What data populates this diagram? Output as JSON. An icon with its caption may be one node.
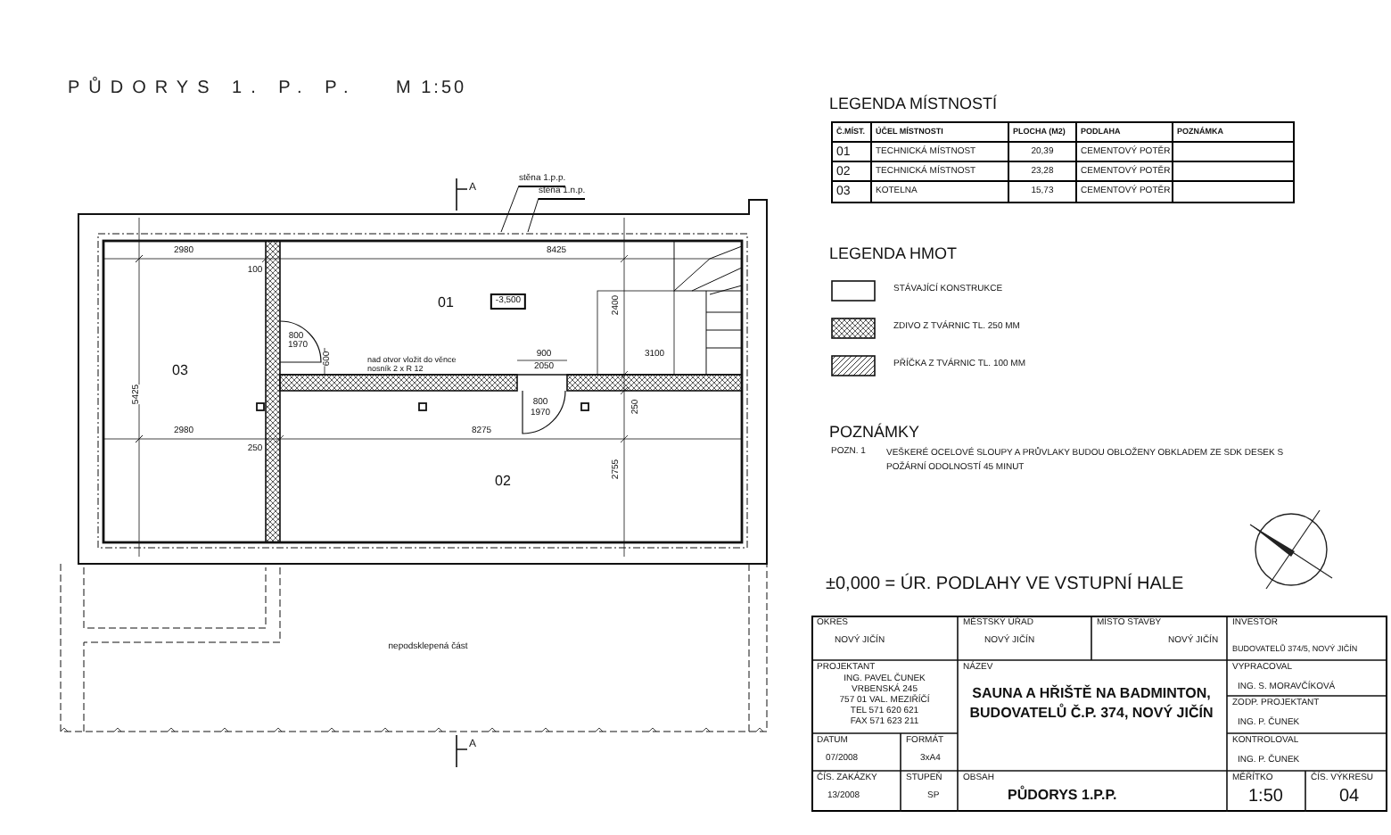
{
  "diagram": {
    "title": "PŮDORYS 1. P. P.",
    "nodes": [
      {
        "text": [
          "stěna 1.p.p."
        ]
      },
      {
        "text": [
          "stěna 1.n.p."
        ]
      }
    ],
    "edges": [
      {
        "from": 0,
        "to": null,
        "arrow": "none"
      },
      {
        "from": 1,
        "to": null,
        "arrow": "none"
      }
    ],
    "labels": [
      "M 1:50",
      "A",
      "2980",
      "8425",
      "100",
      "800",
      "1970",
      "600",
      "01",
      "-3,500",
      "nad otvor vložit do věnce nosník 2 x R 12",
      "900",
      "2050",
      "2400",
      "3100",
      "03",
      "5425",
      "2980",
      "8275",
      "250",
      "250",
      "02",
      "2755",
      "800",
      "1970",
      "nepodsklepená část",
      "A",
      "LEGENDA MÍSTNOSTÍ",
      "Č.MÍST.",
      "ÚČEL MÍSTNOSTI",
      "PLOCHA (M2)",
      "PODLAHA",
      "POZNÁMKA",
      "01",
      "TECHNICKÁ MÍSTNOST",
      "20,39",
      "CEMENTOVÝ POTĚR",
      "02",
      "TECHNICKÁ MÍSTNOST",
      "23,28",
      "CEMENTOVÝ POTĚR",
      "03",
      "KOTELNA",
      "15,73",
      "CEMENTOVÝ POTĚR",
      "LEGENDA HMOT",
      "POZNÁMKY",
      "POZN. 1",
      "VEŠKERÉ OCELOVÉ SLOUPY A PRŮVLAKY BUDOU OBLOŽENY OBKLADEM ZE SDK DESEK S POŽÁRNÍ ODOLNOSTÍ 45 MINUT",
      "±0,000 = ÚR. PODLAHY VE VSTUPNÍ HALE",
      "OKRES",
      "NOVÝ JIČÍN",
      "MĚSTSKÝ ÚŘAD",
      "NOVÝ JIČÍN",
      "MÍSTO STAVBY",
      "NOVÝ JIČÍN",
      "INVESTOR",
      "BUDOVATELŮ 374/5, NOVÝ JIČÍN",
      "PROJEKTANT",
      "ING. PAVEL ČUNEK",
      "VRBENSKÁ 245",
      "757 01 VAL. MEZIŘÍČÍ",
      "TEL 571 620 621",
      "FAX 571 623 211",
      "NÁZEV",
      "SAUNA A HŘIŠTĚ NA BADMINTON, BUDOVATELŮ Č.P. 374, NOVÝ JIČÍN",
      "VYPRACOVAL",
      "ING. S. MORAVČÍKOVÁ",
      "ZODP. PROJEKTANT",
      "ING. P. ČUNEK",
      "KONTROLOVAL",
      "ING. P. ČUNEK",
      "DATUM",
      "07/2008",
      "FORMÁT",
      "3xA4",
      "ČÍS. ZAKÁZKY",
      "13/2008",
      "STUPEŇ",
      "SP",
      "OBSAH",
      "PŮDORYS 1.P.P.",
      "MĚŘÍTKO",
      "1:50",
      "ČÍS. VÝKRESU",
      "04"
    ],
    "legend": [
      {
        "text": "STÁVAJÍCÍ KONSTRUKCE"
      },
      {
        "text": "ZDIVO Z TVÁRNIC TL. 250 MM"
      },
      {
        "text": "PŘÍČKA Z TVÁRNIC TL. 100 MM"
      }
    ]
  }
}
